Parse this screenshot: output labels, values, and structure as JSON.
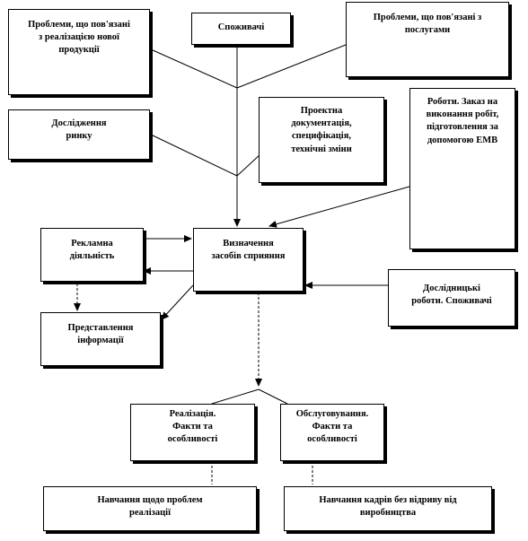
{
  "boxes": {
    "b1": "Проблеми, що пов'язані\nз реалізацією нової\nпродукції",
    "b2": "Споживачі",
    "b3": "Проблеми, що пов'язані з\nпослугами",
    "b4": "Дослідження\nринку",
    "b5": "Проектна\nдокументація,\nспецифікація,\nтехнічні зміни",
    "b6": "Роботи. Заказ на\nвиконання робіт,\nпідготовлення за\nдопомогою ЕМВ",
    "b7": "Рекламна\nдіяльність",
    "b8": "Визначення\nзасобів сприяння",
    "b9": "Дослідницькі\nроботи. Споживачі",
    "b10": "Представлення\nінформації",
    "b11": "Реалізація.\nФакти та\nособливості",
    "b12": "Обслуговування.\nФакти та\nособливості",
    "b13": "Навчання щодо проблем\nреалізації",
    "b14": "Навчання кадрів без відриву від\nвиробництва"
  },
  "colors": {
    "line": "#000000",
    "box_fill": "#ffffff",
    "shadow": "#000000"
  }
}
